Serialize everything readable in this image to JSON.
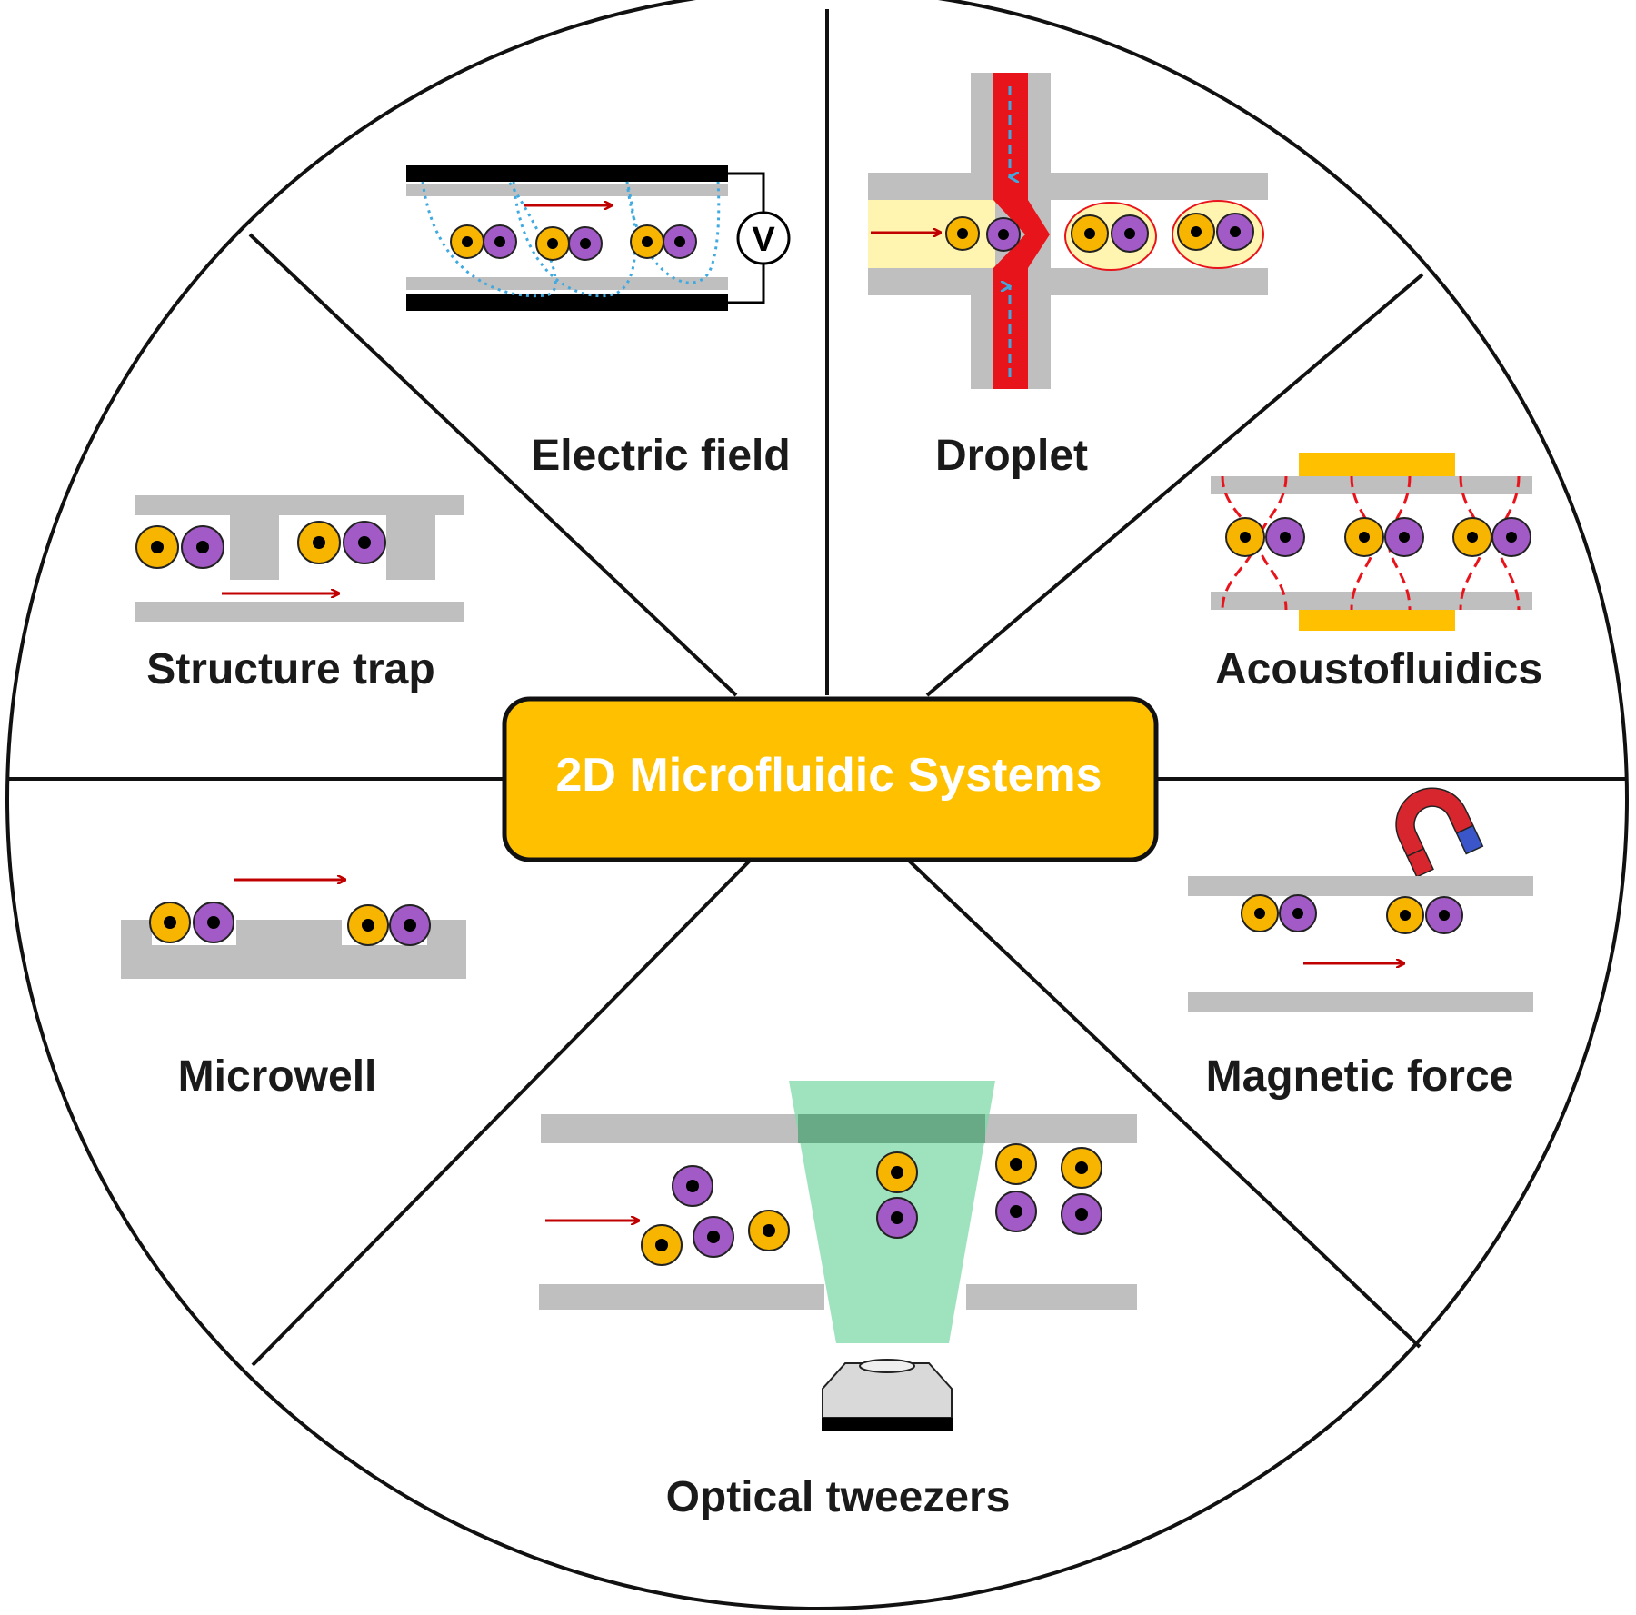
{
  "center": {
    "label": "2D Microfluidic Systems"
  },
  "segments": {
    "electric_field": "Electric field",
    "droplet": "Droplet",
    "structure_trap": "Structure trap",
    "acoustofluidics": "Acoustofluidics",
    "microwell": "Microwell",
    "magnetic_force": "Magnetic force",
    "optical_tweezers": "Optical tweezers"
  },
  "voltmeter_symbol": "V",
  "colors": {
    "accent": "#FFC000",
    "cell_yellow": "#F7B500",
    "cell_purple": "#A25BC6",
    "channel_gray": "#BFBFBF",
    "arrow_red": "#C00000",
    "dash_blue": "#3FA9E0",
    "laser_green": "#7FD8A8",
    "droplet_oil": "#E8141B",
    "droplet_aqueous": "#FFF4B0",
    "magnet_red": "#D7262E",
    "magnet_blue": "#3A56C8"
  }
}
